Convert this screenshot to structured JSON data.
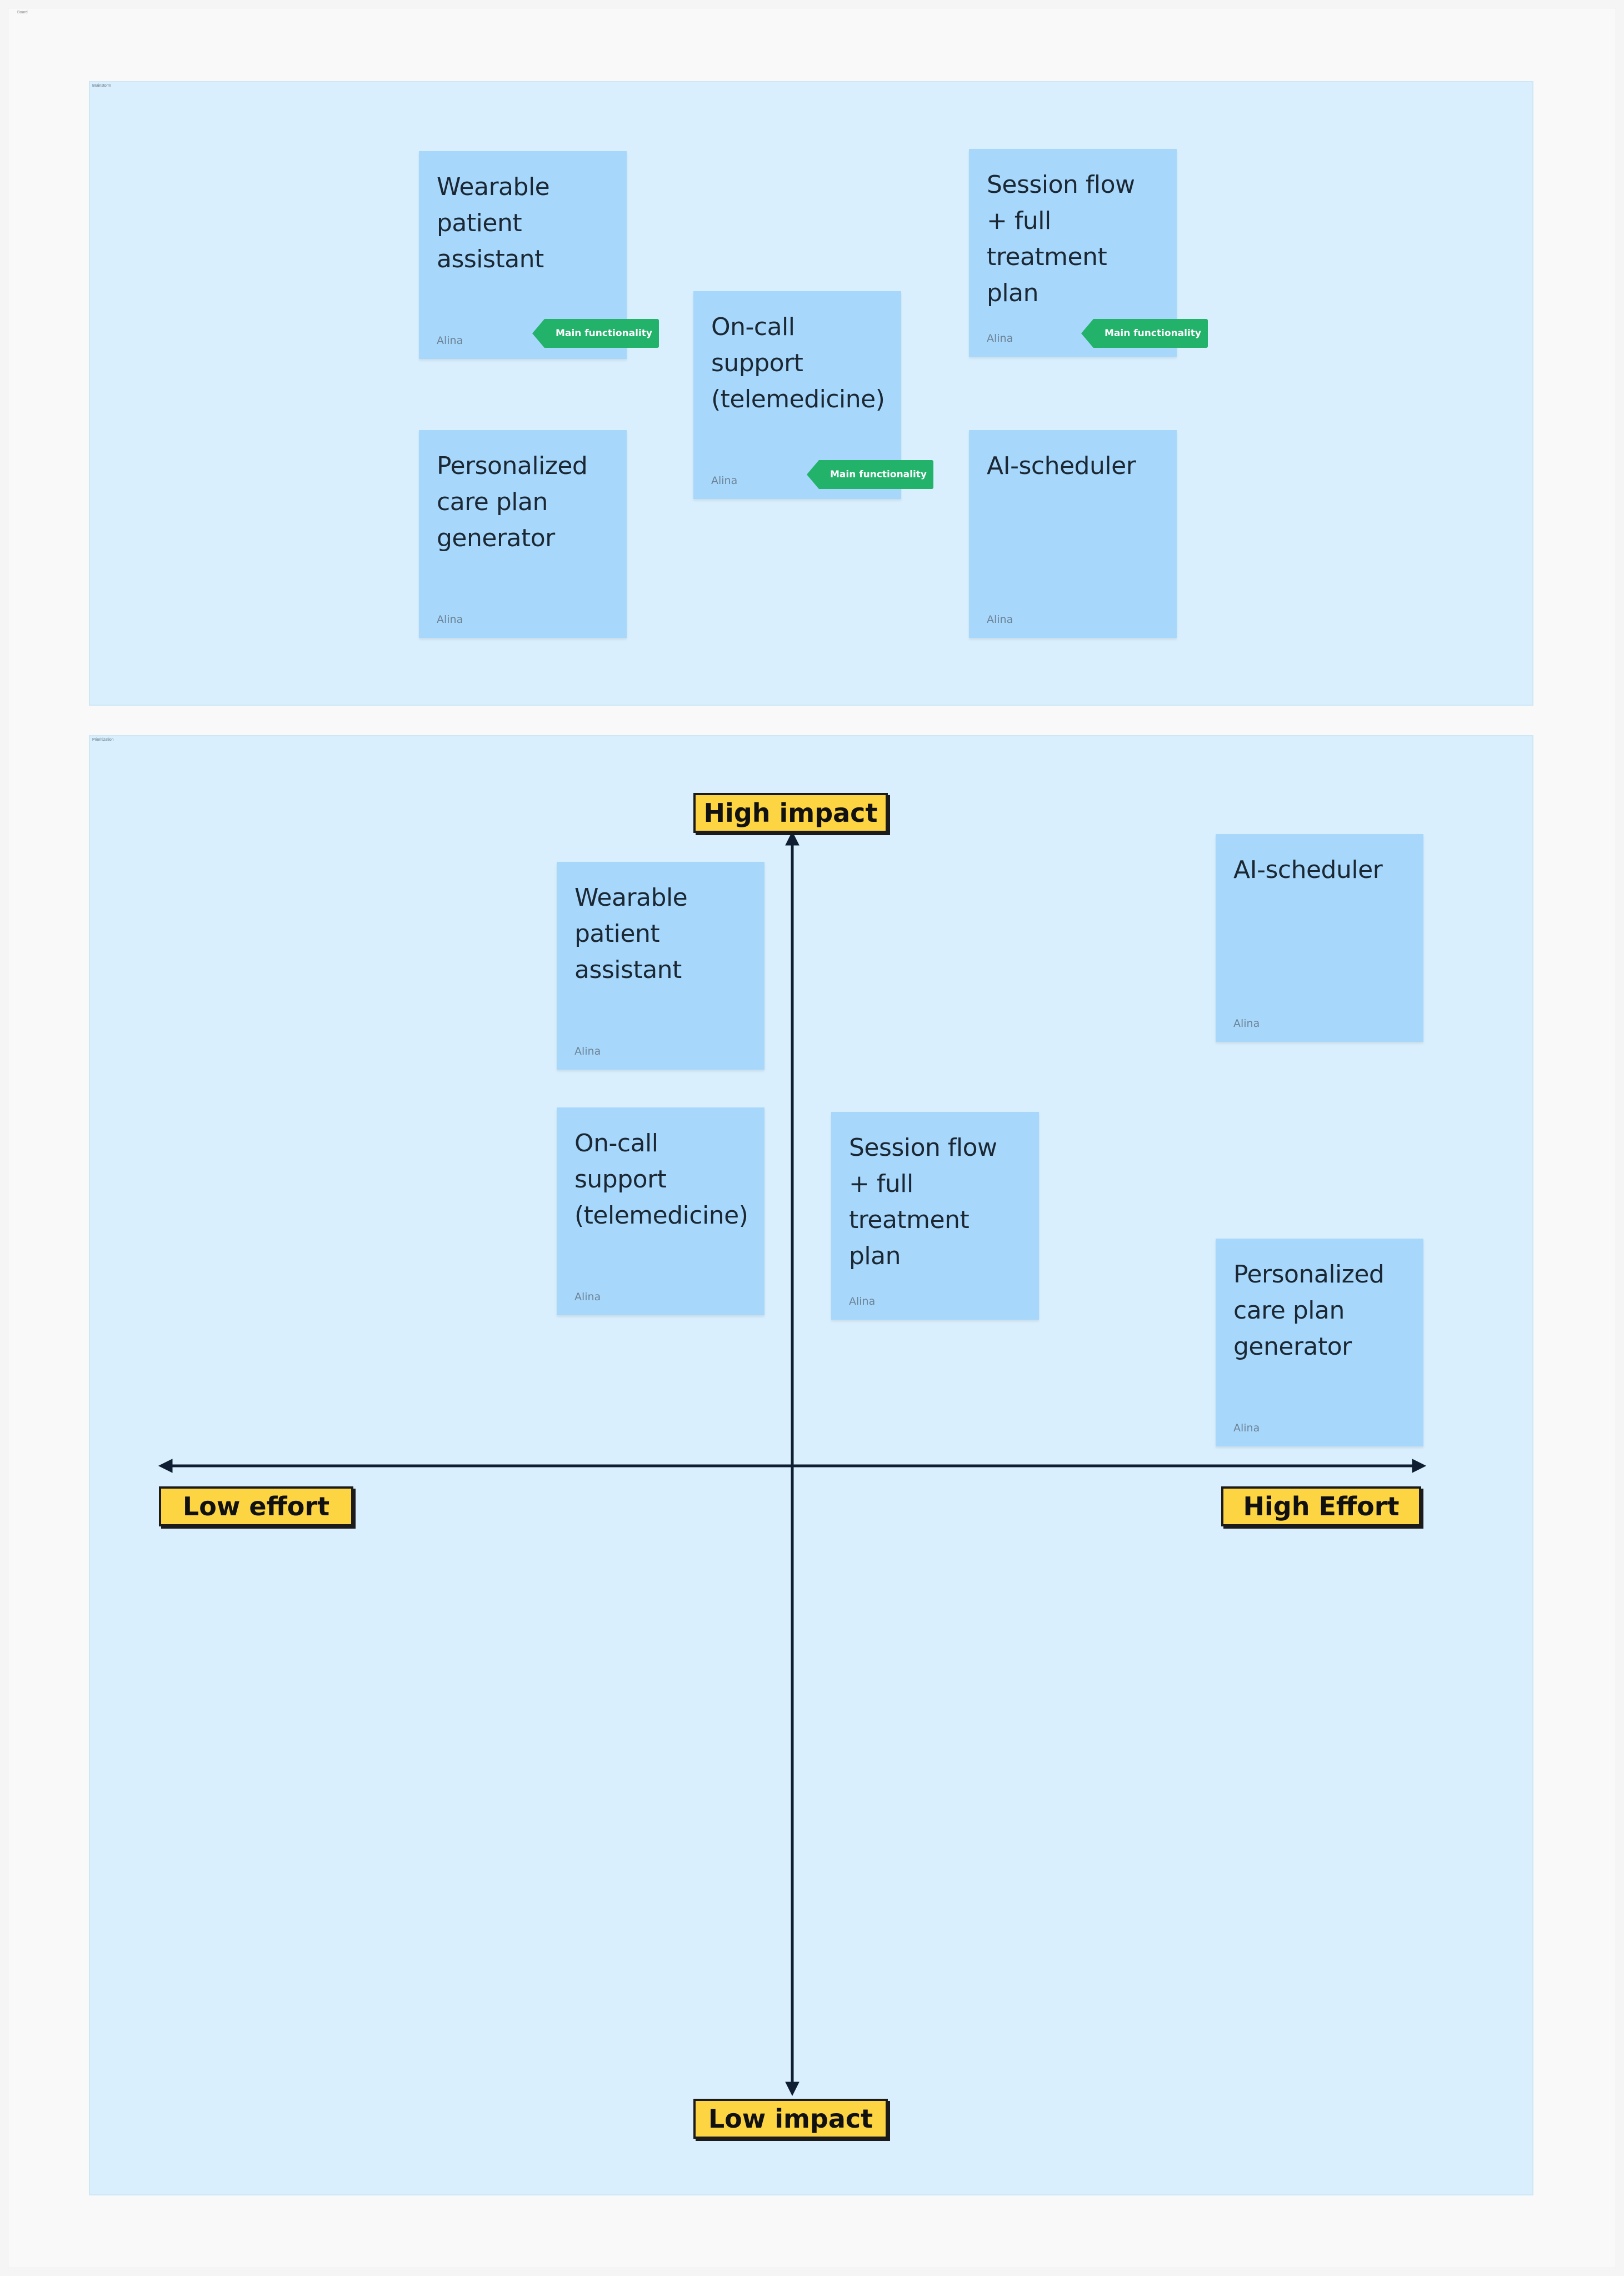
{
  "canvas": {
    "label": "Board"
  },
  "frame1": {
    "label": "Brainstorm",
    "stickies": [
      {
        "text": "Wearable patient assistant",
        "author": "Alina",
        "tag": "Main functionality"
      },
      {
        "text": "On-call support (telemedicine)",
        "author": "Alina",
        "tag": "Main functionality"
      },
      {
        "text": "Session flow + full treatment plan",
        "author": "Alina",
        "tag": "Main functionality"
      },
      {
        "text": "Personalized care plan generator",
        "author": "Alina",
        "tag": ""
      },
      {
        "text": "AI-scheduler",
        "author": "Alina",
        "tag": ""
      }
    ]
  },
  "frame2": {
    "label": "Prioritization",
    "axes": {
      "top": "High impact",
      "bottom": "Low impact",
      "left": "Low effort",
      "right": "High Effort"
    },
    "stickies": [
      {
        "text": "Wearable patient assistant",
        "author": "Alina"
      },
      {
        "text": "AI-scheduler",
        "author": "Alina"
      },
      {
        "text": "On-call support (telemedicine)",
        "author": "Alina"
      },
      {
        "text": "Session flow + full treatment plan",
        "author": "Alina"
      },
      {
        "text": "Personalized care plan generator",
        "author": "Alina"
      }
    ]
  },
  "colors": {
    "sticky": "#a7d8fc",
    "frame": "#d9effd",
    "tag": "#22b26a",
    "axis_label": "#fdd543",
    "axis_line": "#0f1e33"
  }
}
